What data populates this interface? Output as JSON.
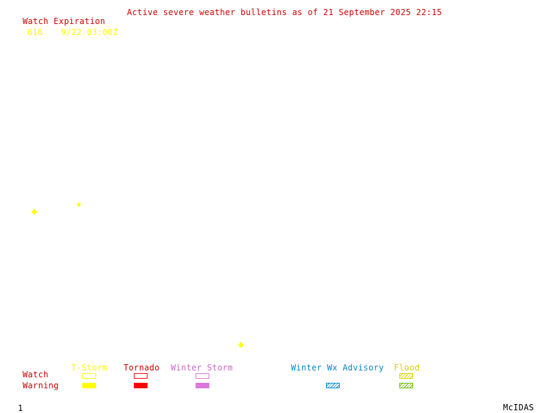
{
  "header": {
    "title": "Active severe weather bulletins as of 21 September 2025 22:15",
    "watch_expiration_label": "Watch Expiration",
    "watch_id": "616",
    "watch_expiry": "9/22 03:00Z"
  },
  "legend": {
    "row_watch": "Watch",
    "row_warning": "Warning",
    "tstorm": "T-Storm",
    "tornado": "Tornado",
    "winter_storm": "Winter Storm",
    "winter_wx_advisory": "Winter Wx Advisory",
    "flood": "Flood"
  },
  "footer": {
    "frame_number": "1",
    "brand": "McIDAS"
  },
  "colors": {
    "background": "#ffffff",
    "title": "#cc0000",
    "tstorm": "#ffff00",
    "tornado": "#ff0000",
    "winter_storm": "#dd77dd",
    "winter_wx_advisory": "#0088cc",
    "flood": "#66bb00"
  }
}
